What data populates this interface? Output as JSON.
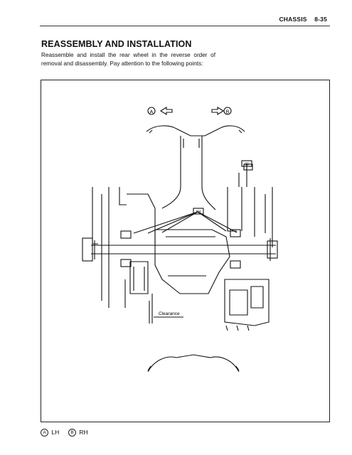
{
  "header": {
    "section": "CHASSIS",
    "page_number": "8-35"
  },
  "title": "REASSEMBLY AND INSTALLATION",
  "body_text": "Reassemble and install the rear wheel in the reverse order of removal and disassembly. Pay attention to the following points:",
  "figure": {
    "marker_a": "A",
    "marker_b": "B",
    "clearance_label": "Clearance",
    "grease_tag": "AH",
    "grease_code_tag": "99"
  },
  "caption": {
    "a_symbol": "A",
    "a_label": "LH",
    "b_symbol": "B",
    "b_label": "RH"
  }
}
